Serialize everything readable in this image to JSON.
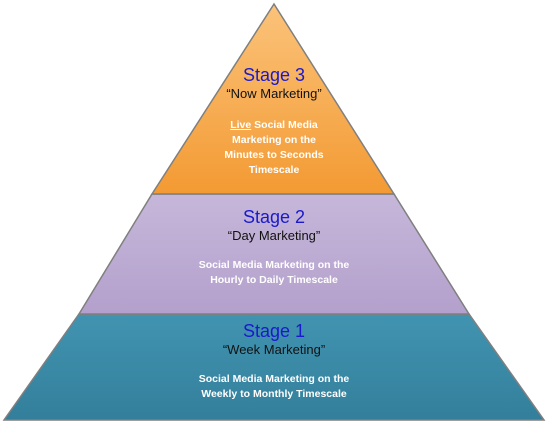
{
  "colors": {
    "stage3_fill": "#f6a546",
    "stage2_fill": "#b9a7d0",
    "stage1_fill": "#3a8aa6",
    "outline": "#7f7f7f",
    "title_text": "#1a1acc",
    "desc_text": "#ffffff"
  },
  "stages": [
    {
      "title": "Stage 3",
      "name": "“Now Marketing”",
      "desc_emphasis": "Live",
      "desc_line1_rest": " Social Media",
      "desc_line2": "Marketing on the",
      "desc_line3": "Minutes to Seconds",
      "desc_line4": "Timescale"
    },
    {
      "title": "Stage 2",
      "name": "“Day Marketing”",
      "desc_line1": "Social Media Marketing on the",
      "desc_line2": "Hourly to Daily Timescale"
    },
    {
      "title": "Stage 1",
      "name": "“Week Marketing”",
      "desc_line1": "Social Media Marketing on the",
      "desc_line2": "Weekly to Monthly Timescale"
    }
  ]
}
